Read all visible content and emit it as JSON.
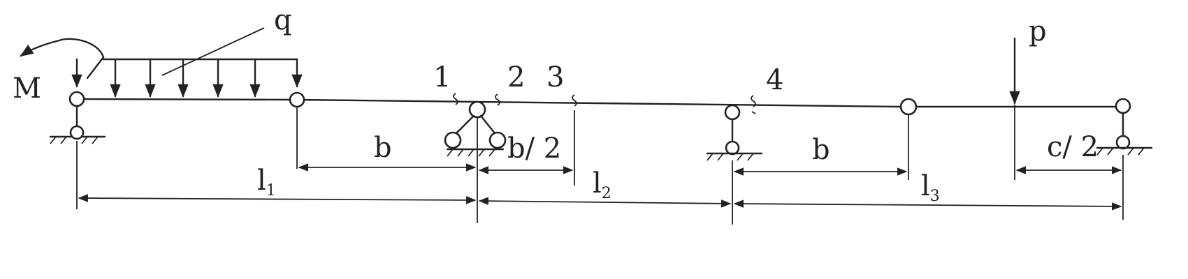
{
  "labels": {
    "moment": "M",
    "distributed_load": "q",
    "point_load": "p",
    "section_1": "1",
    "section_2": "2",
    "section_3": "3",
    "section_4": "4",
    "dim_b_left": "b",
    "dim_b_half": "b/ 2",
    "dim_b_right": "b",
    "dim_c_half": "c/ 2",
    "l1": "l",
    "l1_sub": "1",
    "l2": "l",
    "l2_sub": "2",
    "l3": "l",
    "l3_sub": "3"
  }
}
